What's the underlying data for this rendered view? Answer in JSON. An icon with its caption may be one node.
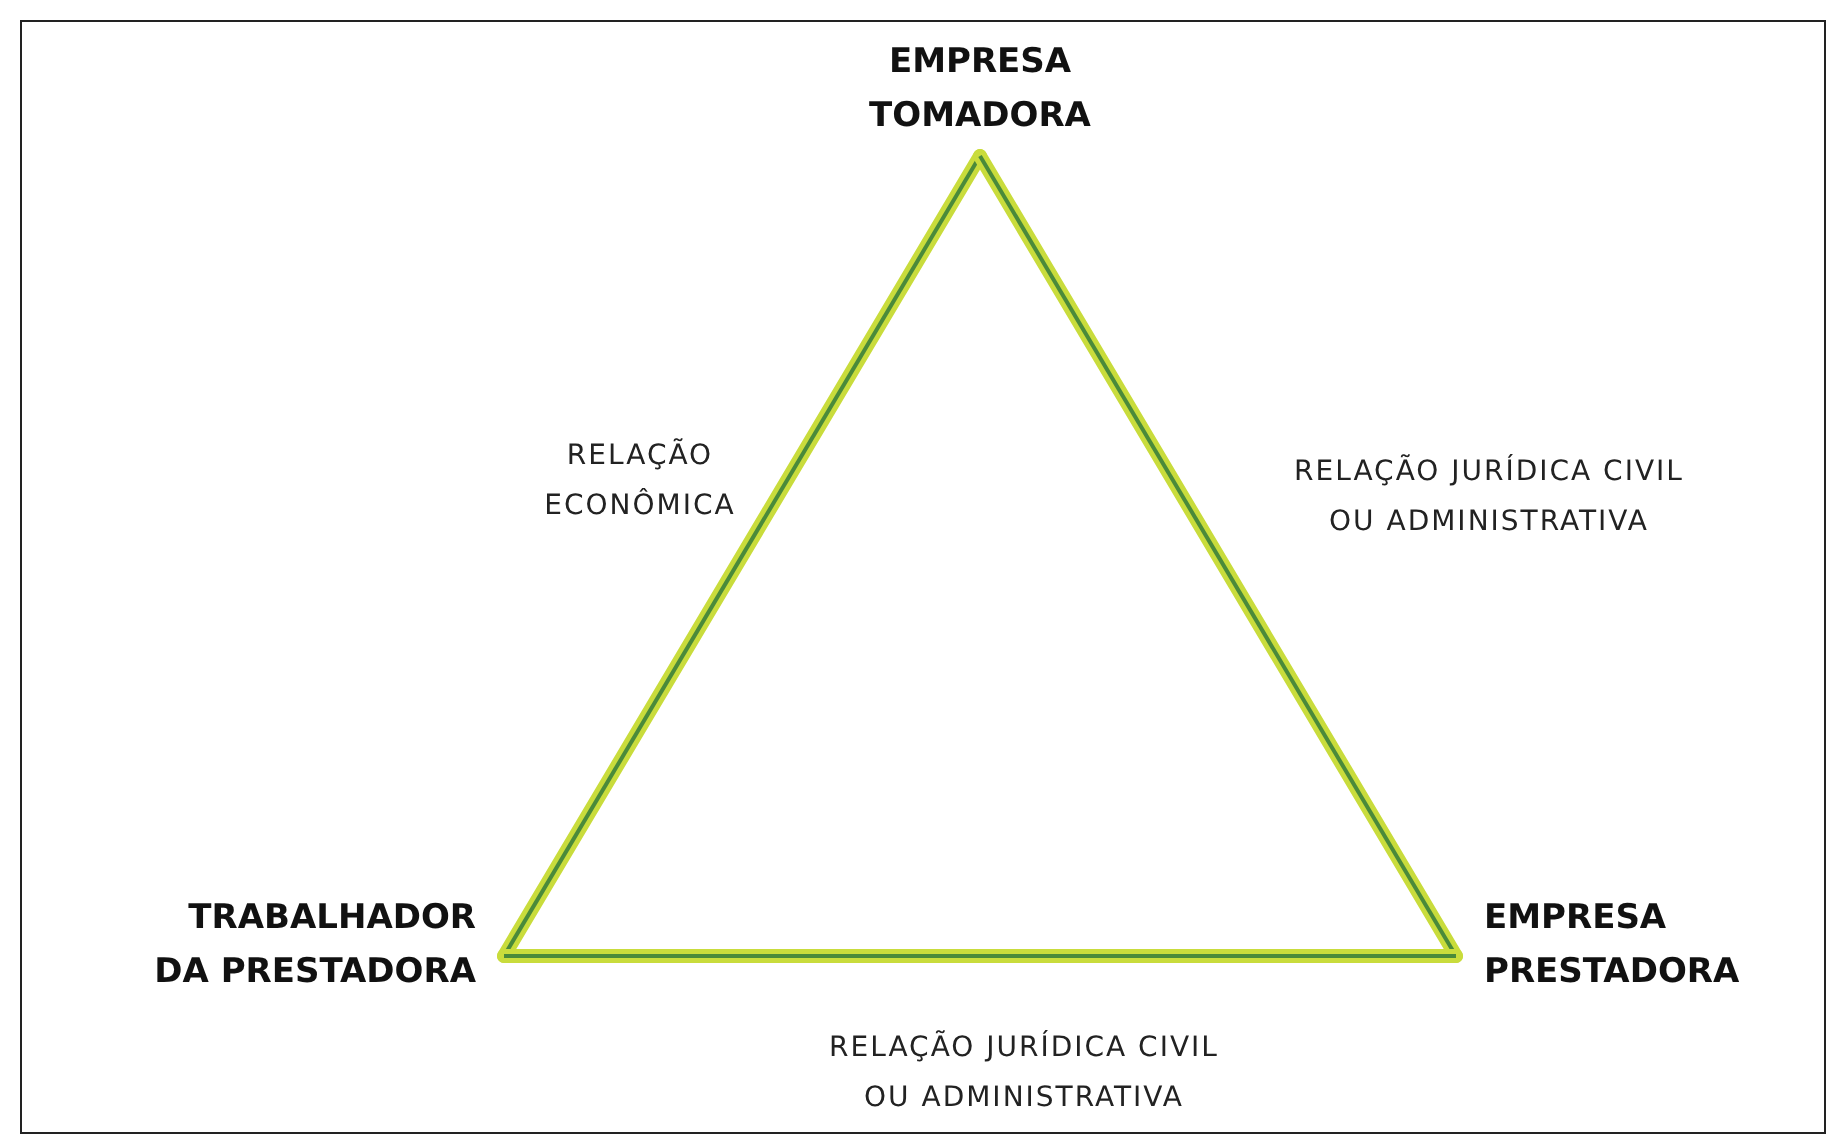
{
  "diagram": {
    "nodes": [
      {
        "text": [
          "EMPRESA TOMADORA"
        ]
      },
      {
        "text": [
          "TRABALHADOR DA PRESTADORA"
        ]
      },
      {
        "text": [
          "EMPRESA PRESTADORA"
        ]
      }
    ],
    "edges": [
      {
        "from": 0,
        "to": 1,
        "arrow": "none",
        "label": "RELAÇÃO ECONÔMICA"
      },
      {
        "from": 0,
        "to": 2,
        "arrow": "none",
        "label": "RELAÇÃO JURÍDICA CIVIL OU ADMINISTRATIVA"
      },
      {
        "from": 1,
        "to": 2,
        "arrow": "none",
        "label": "RELAÇÃO JURÍDICA CIVIL OU ADMINISTRATIVA"
      }
    ]
  }
}
